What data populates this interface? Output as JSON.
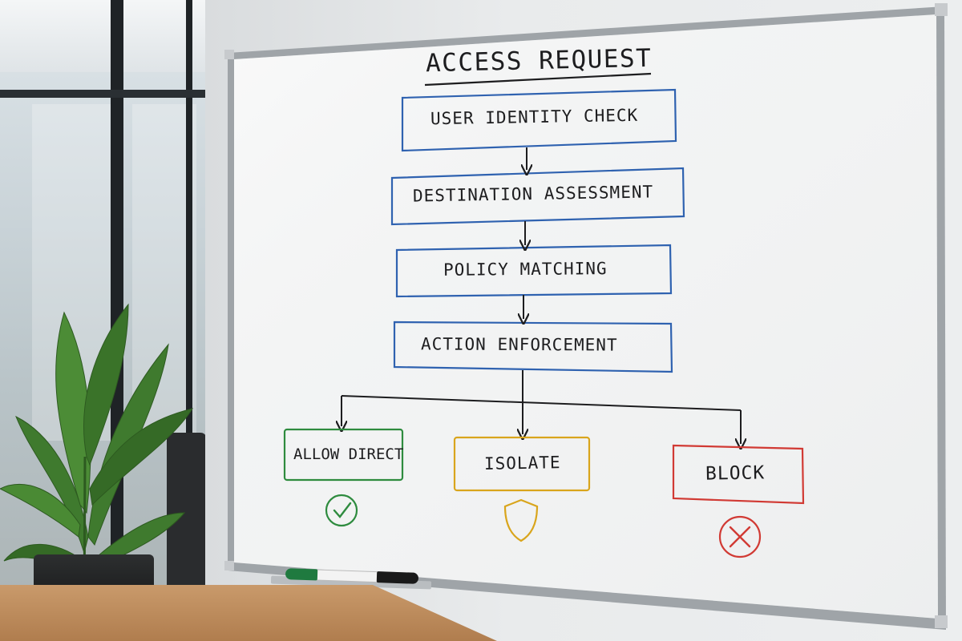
{
  "board": {
    "title": "ACCESS REQUEST",
    "steps": [
      "USER IDENTITY CHECK",
      "DESTINATION ASSESSMENT",
      "POLICY MATCHING",
      "ACTION ENFORCEMENT"
    ],
    "outcomes": [
      {
        "label": "ALLOW DIRECT",
        "color": "#2e8b3e",
        "icon": "check-circle-icon"
      },
      {
        "label": "ISOLATE",
        "color": "#d9a51c",
        "icon": "shield-icon"
      },
      {
        "label": "BLOCK",
        "color": "#d13a34",
        "icon": "x-circle-icon"
      }
    ],
    "box_color": "#2f62b0",
    "ink_color": "#1d1d1f"
  }
}
